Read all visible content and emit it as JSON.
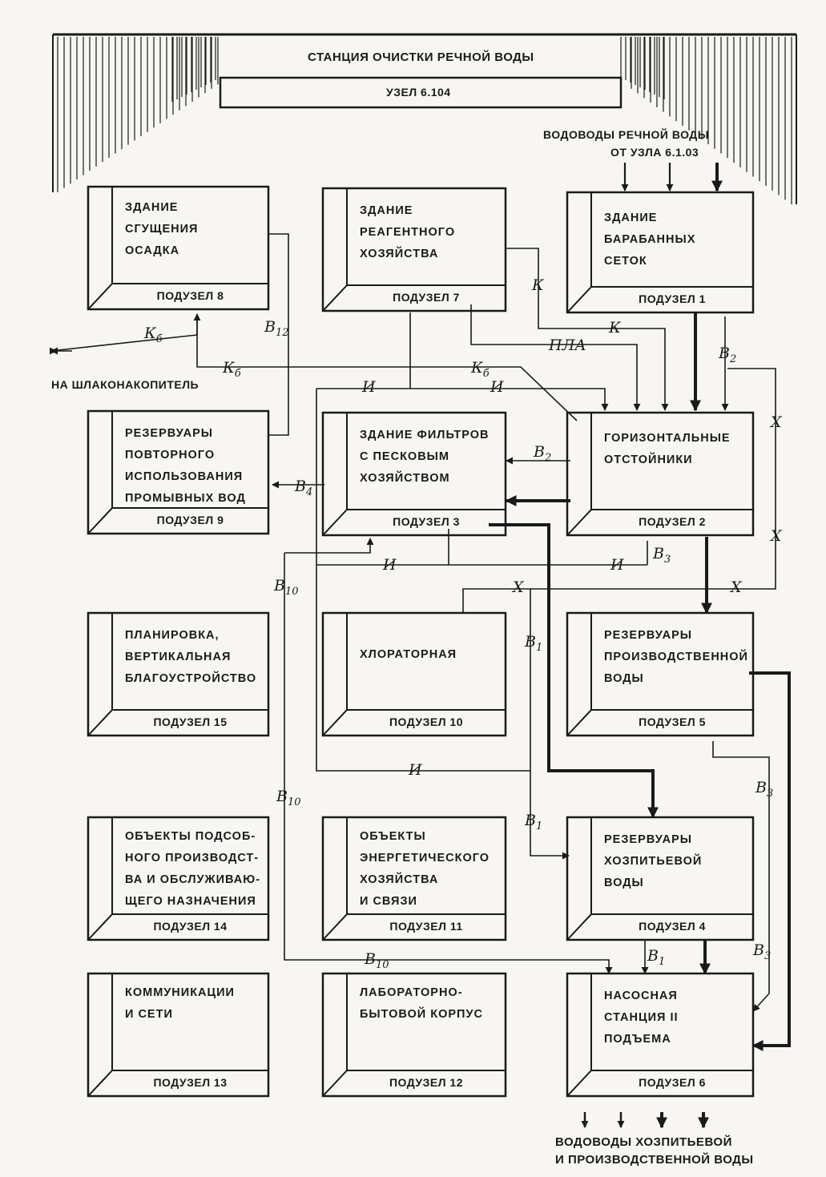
{
  "header": {
    "title": "СТАНЦИЯ ОЧИСТКИ РЕЧНОЙ ВОДЫ",
    "node": "УЗЕЛ 6.104",
    "inflow_line1": "ВОДОВОДЫ РЕЧНОЙ ВОДЫ",
    "inflow_line2": "ОТ УЗЛА 6.1.03"
  },
  "outflow_left": "НА ШЛАКОНАКОПИТЕЛЬ",
  "outflow_bottom_line1": "ВОДОВОДЫ ХОЗПИТЬЕВОЙ",
  "outflow_bottom_line2": "И ПРОИЗВОДСТВЕННОЙ ВОДЫ",
  "boxes": {
    "b8": {
      "lines": [
        "ЗДАНИЕ",
        "СГУЩЕНИЯ",
        "ОСАДКА"
      ],
      "sub": "ПОДУЗЕЛ 8"
    },
    "b7": {
      "lines": [
        "ЗДАНИЕ",
        "РЕАГЕНТНОГО",
        "ХОЗЯЙСТВА"
      ],
      "sub": "ПОДУЗЕЛ 7"
    },
    "b1": {
      "lines": [
        "ЗДАНИЕ",
        "БАРАБАННЫХ",
        "СЕТОК"
      ],
      "sub": "ПОДУЗЕЛ 1"
    },
    "b9": {
      "lines": [
        "РЕЗЕРВУАРЫ",
        "ПОВТОРНОГО",
        "ИСПОЛЬЗОВАНИЯ",
        "ПРОМЫВНЫХ ВОД"
      ],
      "sub": "ПОДУЗЕЛ 9"
    },
    "b3": {
      "lines": [
        "ЗДАНИЕ ФИЛЬТРОВ",
        "С ПЕСКОВЫМ",
        "ХОЗЯЙСТВОМ"
      ],
      "sub": "ПОДУЗЕЛ 3"
    },
    "b2": {
      "lines": [
        "ГОРИЗОНТАЛЬНЫЕ",
        "ОТСТОЙНИКИ"
      ],
      "sub": "ПОДУЗЕЛ 2"
    },
    "b15": {
      "lines": [
        "ПЛАНИРОВКА,",
        "ВЕРТИКАЛЬНАЯ",
        "БЛАГОУСТРОЙСТВО"
      ],
      "sub": "ПОДУЗЕЛ 15"
    },
    "b10": {
      "lines": [
        "ХЛОРАТОРНАЯ"
      ],
      "sub": "ПОДУЗЕЛ 10"
    },
    "b5": {
      "lines": [
        "РЕЗЕРВУАРЫ",
        "ПРОИЗВОДСТВЕННОЙ",
        "ВОДЫ"
      ],
      "sub": "ПОДУЗЕЛ 5"
    },
    "b14": {
      "lines": [
        "ОБЪЕКТЫ ПОДСОБ-",
        "НОГО ПРОИЗВОДСТ-",
        "ВА И ОБСЛУЖИВАЮ-",
        "ЩЕГО НАЗНАЧЕНИЯ"
      ],
      "sub": "ПОДУЗЕЛ 14"
    },
    "b11": {
      "lines": [
        "ОБЪЕКТЫ",
        "ЭНЕРГЕТИЧЕСКОГО",
        "ХОЗЯЙСТВА",
        "И СВЯЗИ"
      ],
      "sub": "ПОДУЗЕЛ 11"
    },
    "b4": {
      "lines": [
        "РЕЗЕРВУАРЫ",
        "ХОЗПИТЬЕВОЙ",
        "ВОДЫ"
      ],
      "sub": "ПОДУЗЕЛ 4"
    },
    "b13": {
      "lines": [
        "КОММУНИКАЦИИ",
        "И СЕТИ"
      ],
      "sub": "ПОДУЗЕЛ 13"
    },
    "b12": {
      "lines": [
        "ЛАБОРАТОРНО-",
        "БЫТОВОЙ КОРПУС"
      ],
      "sub": "ПОДУЗЕЛ 12"
    },
    "b6": {
      "lines": [
        "НАСОСНАЯ",
        "СТАНЦИЯ II",
        "ПОДЪЕМА"
      ],
      "sub": "ПОДУЗЕЛ 6"
    }
  },
  "pipe_labels": {
    "kb": "К",
    "kb_sub": "б",
    "k": "К",
    "b12": "В",
    "b12_sub": "12",
    "b2": "В",
    "b2_sub": "2",
    "b4": "В",
    "b4_sub": "4",
    "b10": "В",
    "b10_sub": "10",
    "b3": "В",
    "b3_sub": "3",
    "b1": "В",
    "b1_sub": "1",
    "i": "И",
    "x": "Х",
    "pla": "ПЛА"
  }
}
